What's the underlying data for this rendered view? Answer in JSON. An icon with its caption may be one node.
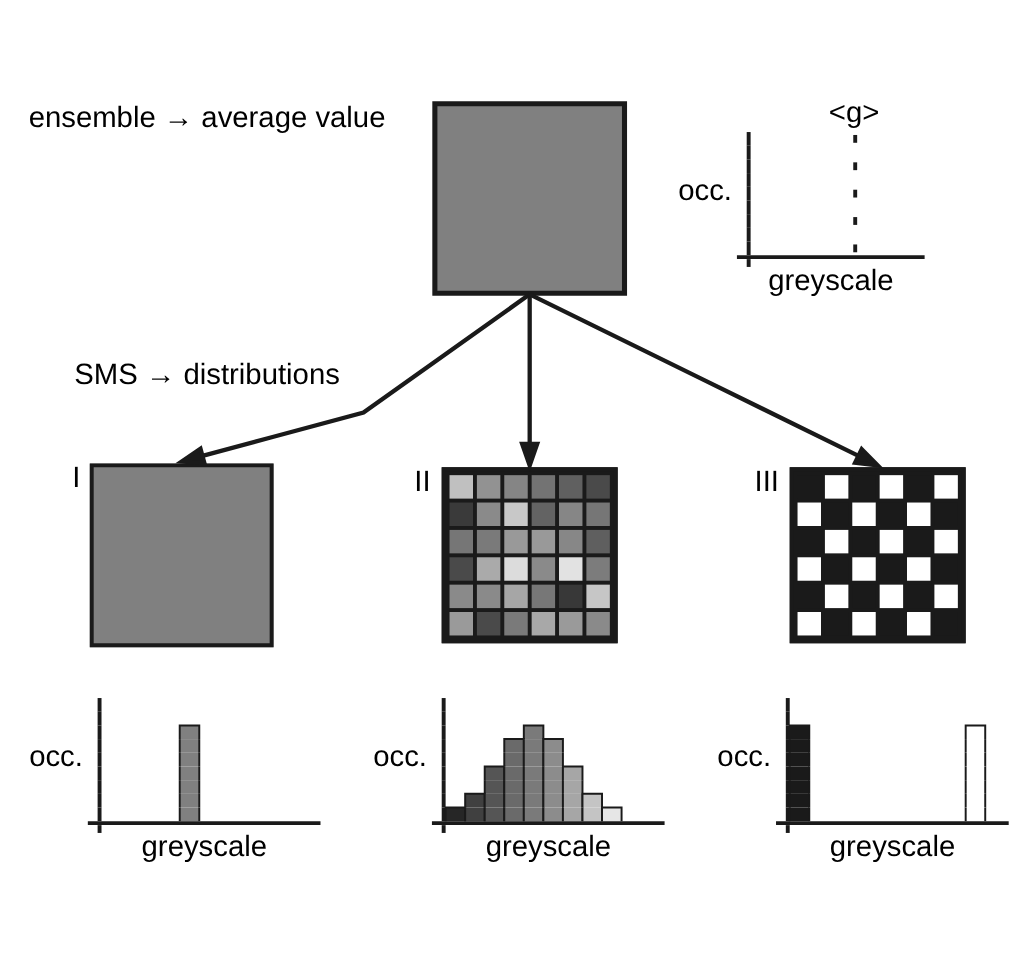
{
  "diagram": {
    "nodes": [
      {
        "text": [],
        "shape": "box"
      },
      {
        "text": [
          "I"
        ]
      },
      {
        "text": [
          "II"
        ]
      },
      {
        "text": [
          "III"
        ]
      }
    ],
    "edges": [
      {
        "from": 0,
        "to": 1,
        "arrow": "to"
      },
      {
        "from": 0,
        "to": 2,
        "arrow": "to"
      },
      {
        "from": 0,
        "to": 3,
        "arrow": "to"
      }
    ],
    "labels": [
      "ensemble → average value",
      "<g>",
      "occ.",
      "greyscale",
      "SMS → distributions",
      "occ.",
      "greyscale",
      "occ.",
      "greyscale",
      "occ.",
      "greyscale"
    ]
  }
}
